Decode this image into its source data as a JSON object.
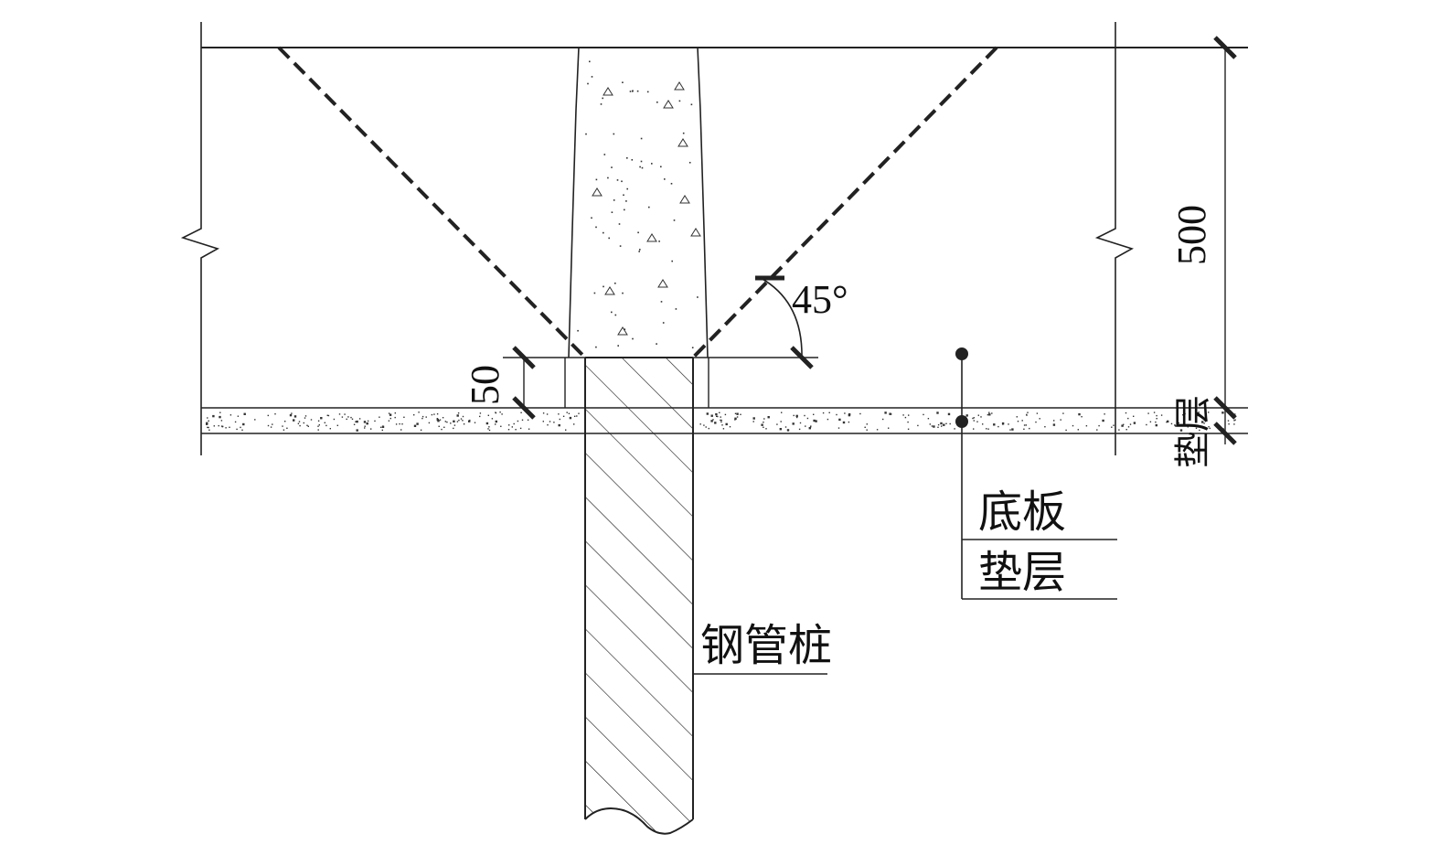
{
  "dimensions": {
    "top_to_cushion": "500",
    "pile_embed": "50",
    "cushion": "垫层"
  },
  "angle_label": "45°",
  "labels": {
    "slab": "底板",
    "cushion": "垫层",
    "pile": "钢管桩"
  },
  "colors": {
    "line": "#222222",
    "background": "#ffffff"
  }
}
